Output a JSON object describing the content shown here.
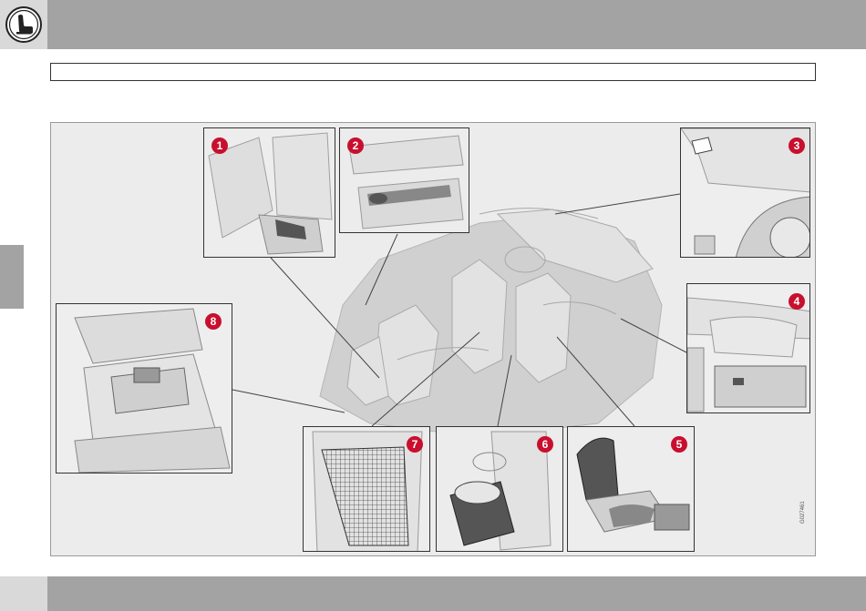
{
  "header": {
    "icon": "seat-icon",
    "title": ""
  },
  "figure": {
    "reference_code": "G027461",
    "callouts": [
      {
        "number": "1"
      },
      {
        "number": "2"
      },
      {
        "number": "3"
      },
      {
        "number": "4"
      },
      {
        "number": "5"
      },
      {
        "number": "6"
      },
      {
        "number": "7"
      },
      {
        "number": "8"
      }
    ]
  },
  "colors": {
    "bar_gray": "#a3a3a3",
    "tab_light": "#d9d9d9",
    "badge_red": "#c8102e"
  }
}
